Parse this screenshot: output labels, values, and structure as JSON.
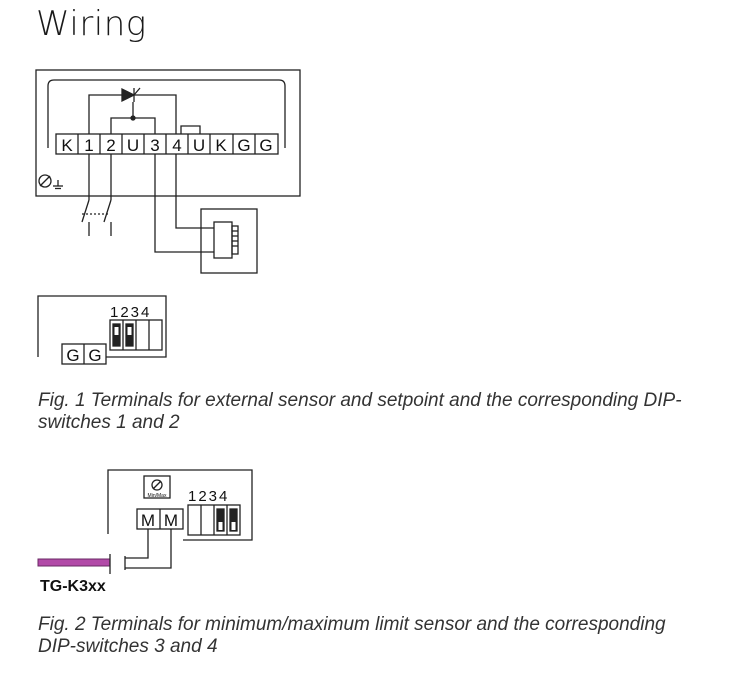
{
  "title": "Wiring",
  "fig1": {
    "terminals": [
      "K",
      "1",
      "2",
      "U",
      "3",
      "4",
      "U",
      "K",
      "G",
      "G"
    ],
    "dip_numbers": "1234",
    "gg_labels": [
      "G",
      "G"
    ],
    "caption": "Fig. 1 Terminals for external sensor and setpoint and the corresponding DIP-switches 1 and 2"
  },
  "fig2": {
    "minmax_label": "Min/Max",
    "dip_numbers": "1234",
    "mm_labels": [
      "M",
      "M"
    ],
    "sensor_label": "TG-K3xx",
    "caption": "Fig. 2 Terminals for minimum/maximum limit sensor and the corresponding DIP-switches 3 and 4"
  },
  "colors": {
    "line": "#222222",
    "sensor": "#b24aa8"
  },
  "icons": [
    "potentiometer-icon",
    "thyristor-icon",
    "ground-icon",
    "dip-switch-icon",
    "sensor-probe-icon"
  ]
}
